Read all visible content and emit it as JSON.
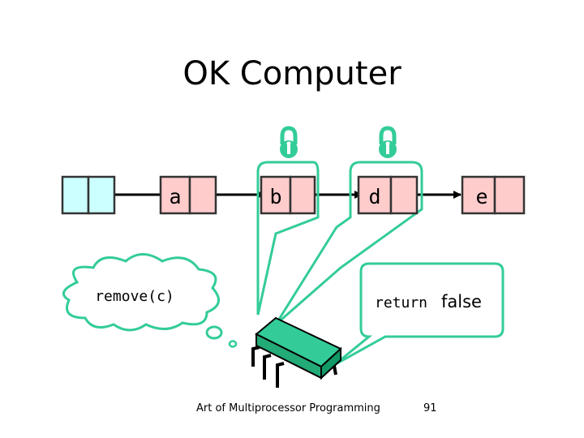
{
  "slide": {
    "title": "OK Computer",
    "footer_left": "Art of Multiprocessor Programming",
    "page_number": "91"
  },
  "list": {
    "nodes": [
      {
        "id": "head",
        "label": "",
        "fill": "#ccffff"
      },
      {
        "id": "a",
        "label": "a",
        "fill": "#ffcccc"
      },
      {
        "id": "b",
        "label": "b",
        "fill": "#ffcccc"
      },
      {
        "id": "d",
        "label": "d",
        "fill": "#ffcccc"
      },
      {
        "id": "e",
        "label": "e",
        "fill": "#ffcccc"
      }
    ]
  },
  "thought_bubble": {
    "text": "remove(c)"
  },
  "speech_bubble": {
    "text_mono": "return",
    "text_sans": "false"
  },
  "colors": {
    "accent": "#33cc99",
    "chip": "#33cc99",
    "head_node": "#ccffff",
    "node": "#ffcccc",
    "lock": "#33cc99"
  },
  "icons": [
    "lock-icon",
    "thread-chip-icon"
  ]
}
